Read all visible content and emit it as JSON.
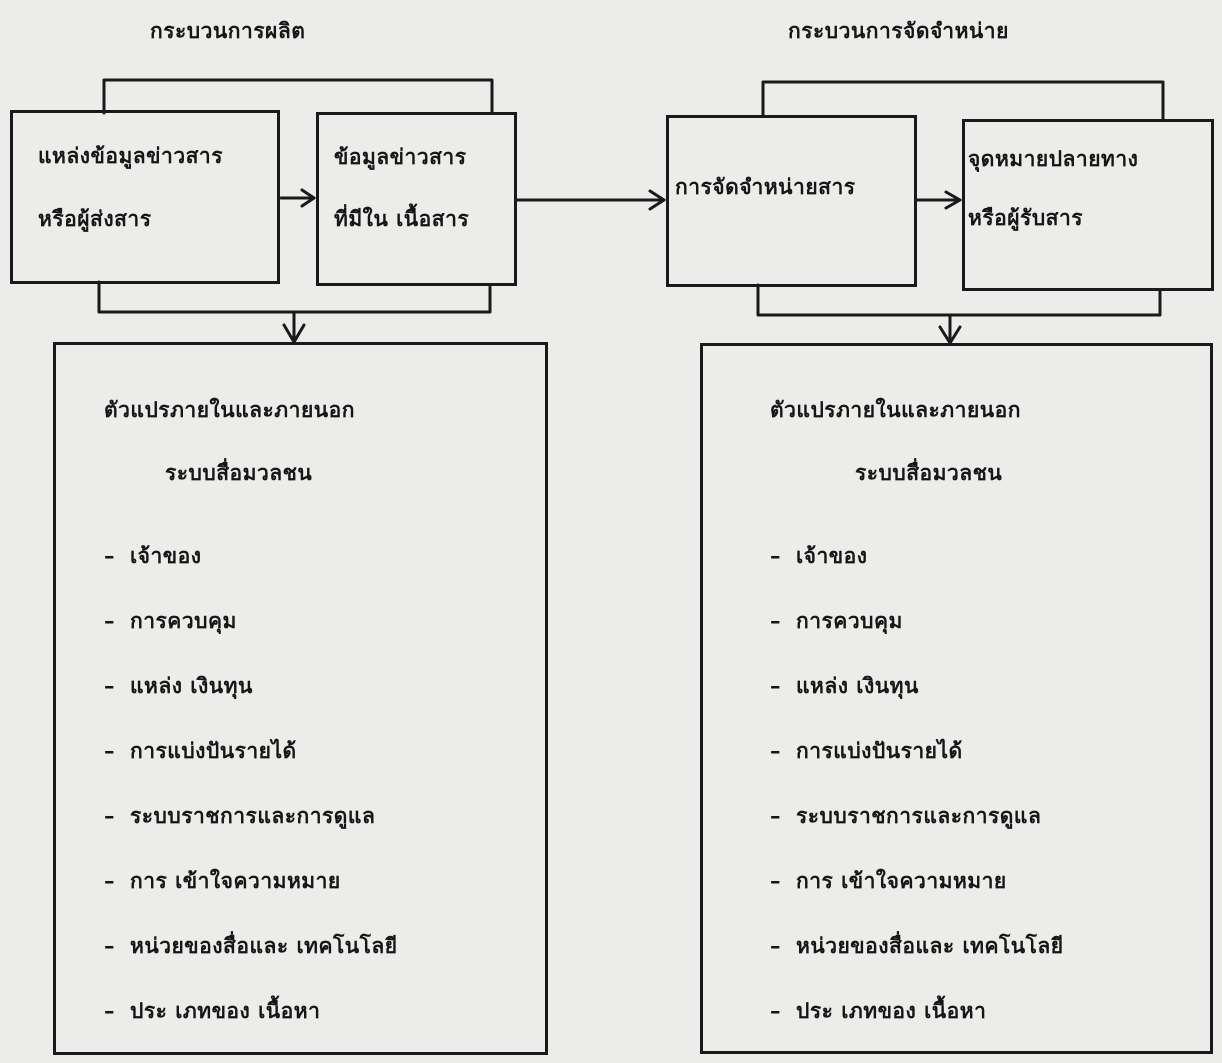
{
  "headings": {
    "production": "กระบวนการผลิต",
    "distribution": "กระบวนการจัดจำหน่าย"
  },
  "boxes": {
    "source": {
      "line1": "แหล่งข้อมูลข่าวสาร",
      "line2": "หรือผู้ส่งสาร"
    },
    "content": {
      "line1": "ข้อมูลข่าวสาร",
      "line2": "ที่มีใน เนื้อสาร"
    },
    "distribution": {
      "line1": "การจัดจำหน่ายสาร"
    },
    "destination": {
      "line1": "จุดหมายปลายทาง",
      "line2": "หรือผู้รับสาร"
    }
  },
  "variable_panels": [
    {
      "title_line1": "ตัวแปรภายในและภายนอก",
      "title_line2": "ระบบสื่อมวลชน",
      "items": [
        "เจ้าของ",
        "การควบคุม",
        "แหล่ง เงินทุน",
        "การแบ่งปันรายได้",
        "ระบบราชการและการดูแล",
        "การ เข้าใจความหมาย",
        "หน่วยของสื่อและ เทคโนโลยี",
        "ประ เภทของ เนื้อหา"
      ]
    },
    {
      "title_line1": "ตัวแปรภายในและภายนอก",
      "title_line2": "ระบบสื่อมวลชน",
      "items": [
        "เจ้าของ",
        "การควบคุม",
        "แหล่ง เงินทุน",
        "การแบ่งปันรายได้",
        "ระบบราชการและการดูแล",
        "การ เข้าใจความหมาย",
        "หน่วยของสื่อและ เทคโนโลยี",
        "ประ เภทของ เนื้อหา"
      ]
    }
  ],
  "bullet": "–"
}
